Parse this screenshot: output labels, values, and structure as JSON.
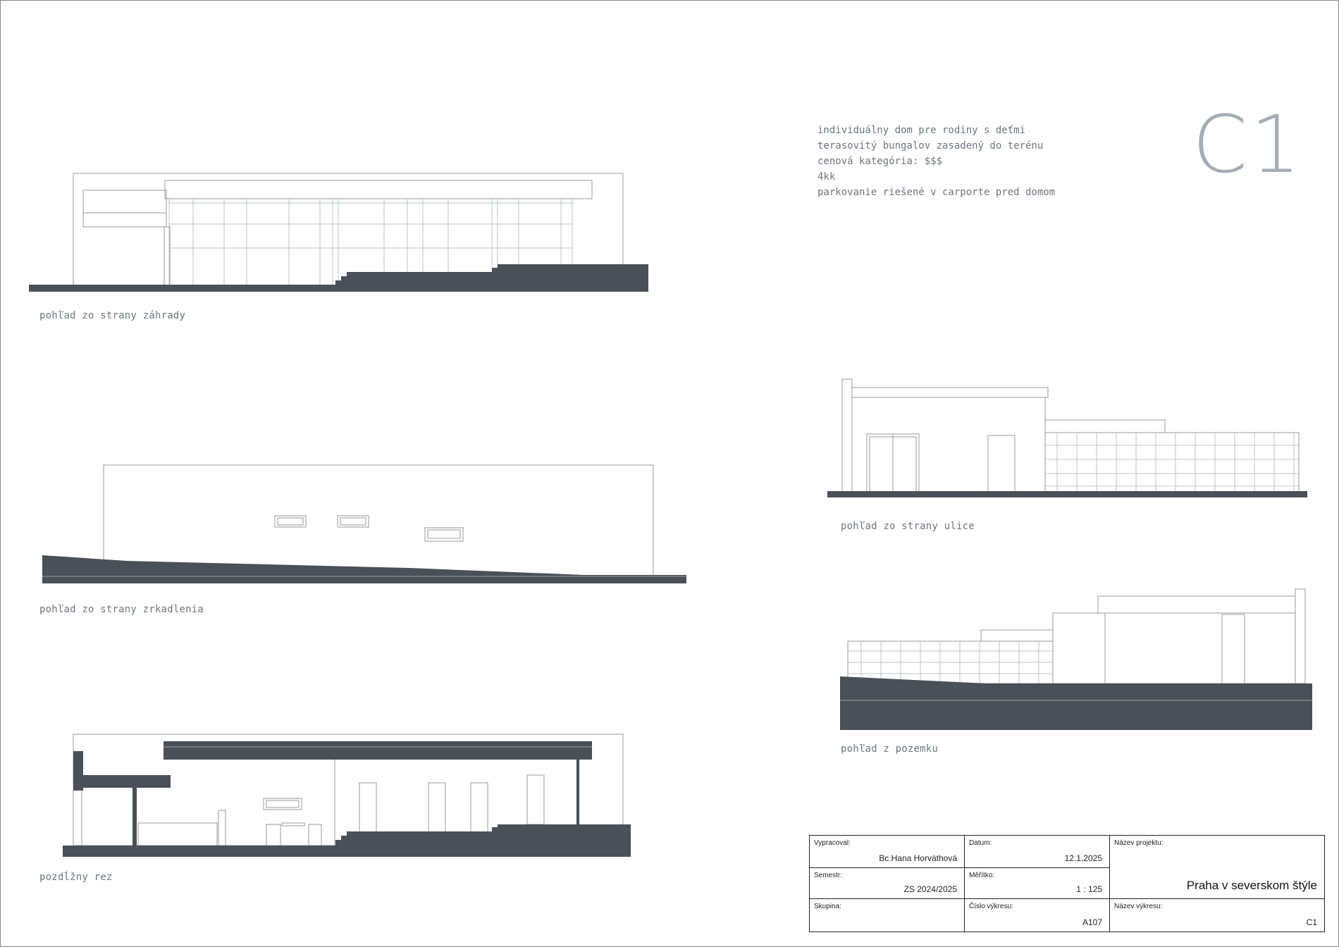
{
  "sheet": {
    "code": "C1",
    "description_lines": [
      "individuálny dom pre rodiny s deťmi",
      "terasovitý bungalov zasadený do terénu",
      "cenová kategória: $$$",
      "4kk",
      "parkovanie riešené v carporte pred domom"
    ]
  },
  "views": {
    "garden": "pohľad zo strany záhrady",
    "street": "pohľad zo strany ulice",
    "neighbor": "pohľad zo strany zrkadlenia",
    "plot": "pohľad z pozemku",
    "section": "pozdĺžny rez"
  },
  "title_block": {
    "author_label": "Vypracoval:",
    "author": "Bc.Hana Horváthová",
    "semester_label": "Semestr:",
    "semester": "ZS 2024/2025",
    "group_label": "Skupina:",
    "group": "",
    "date_label": "Datum:",
    "date": "12.1.2025",
    "scale_label": "Měřítko:",
    "scale": "1 : 125",
    "drawing_no_label": "Číslo výkresu:",
    "drawing_no": "A107",
    "project_label": "Název projektu:",
    "project": "Praha v severskom štýle",
    "drawing_name_label": "Název výkresu:",
    "drawing_name": "C1"
  },
  "colors": {
    "ground": "#4a5057",
    "line": "#9a9a9a",
    "text": "#6e7680",
    "code": "#a5adb5"
  }
}
